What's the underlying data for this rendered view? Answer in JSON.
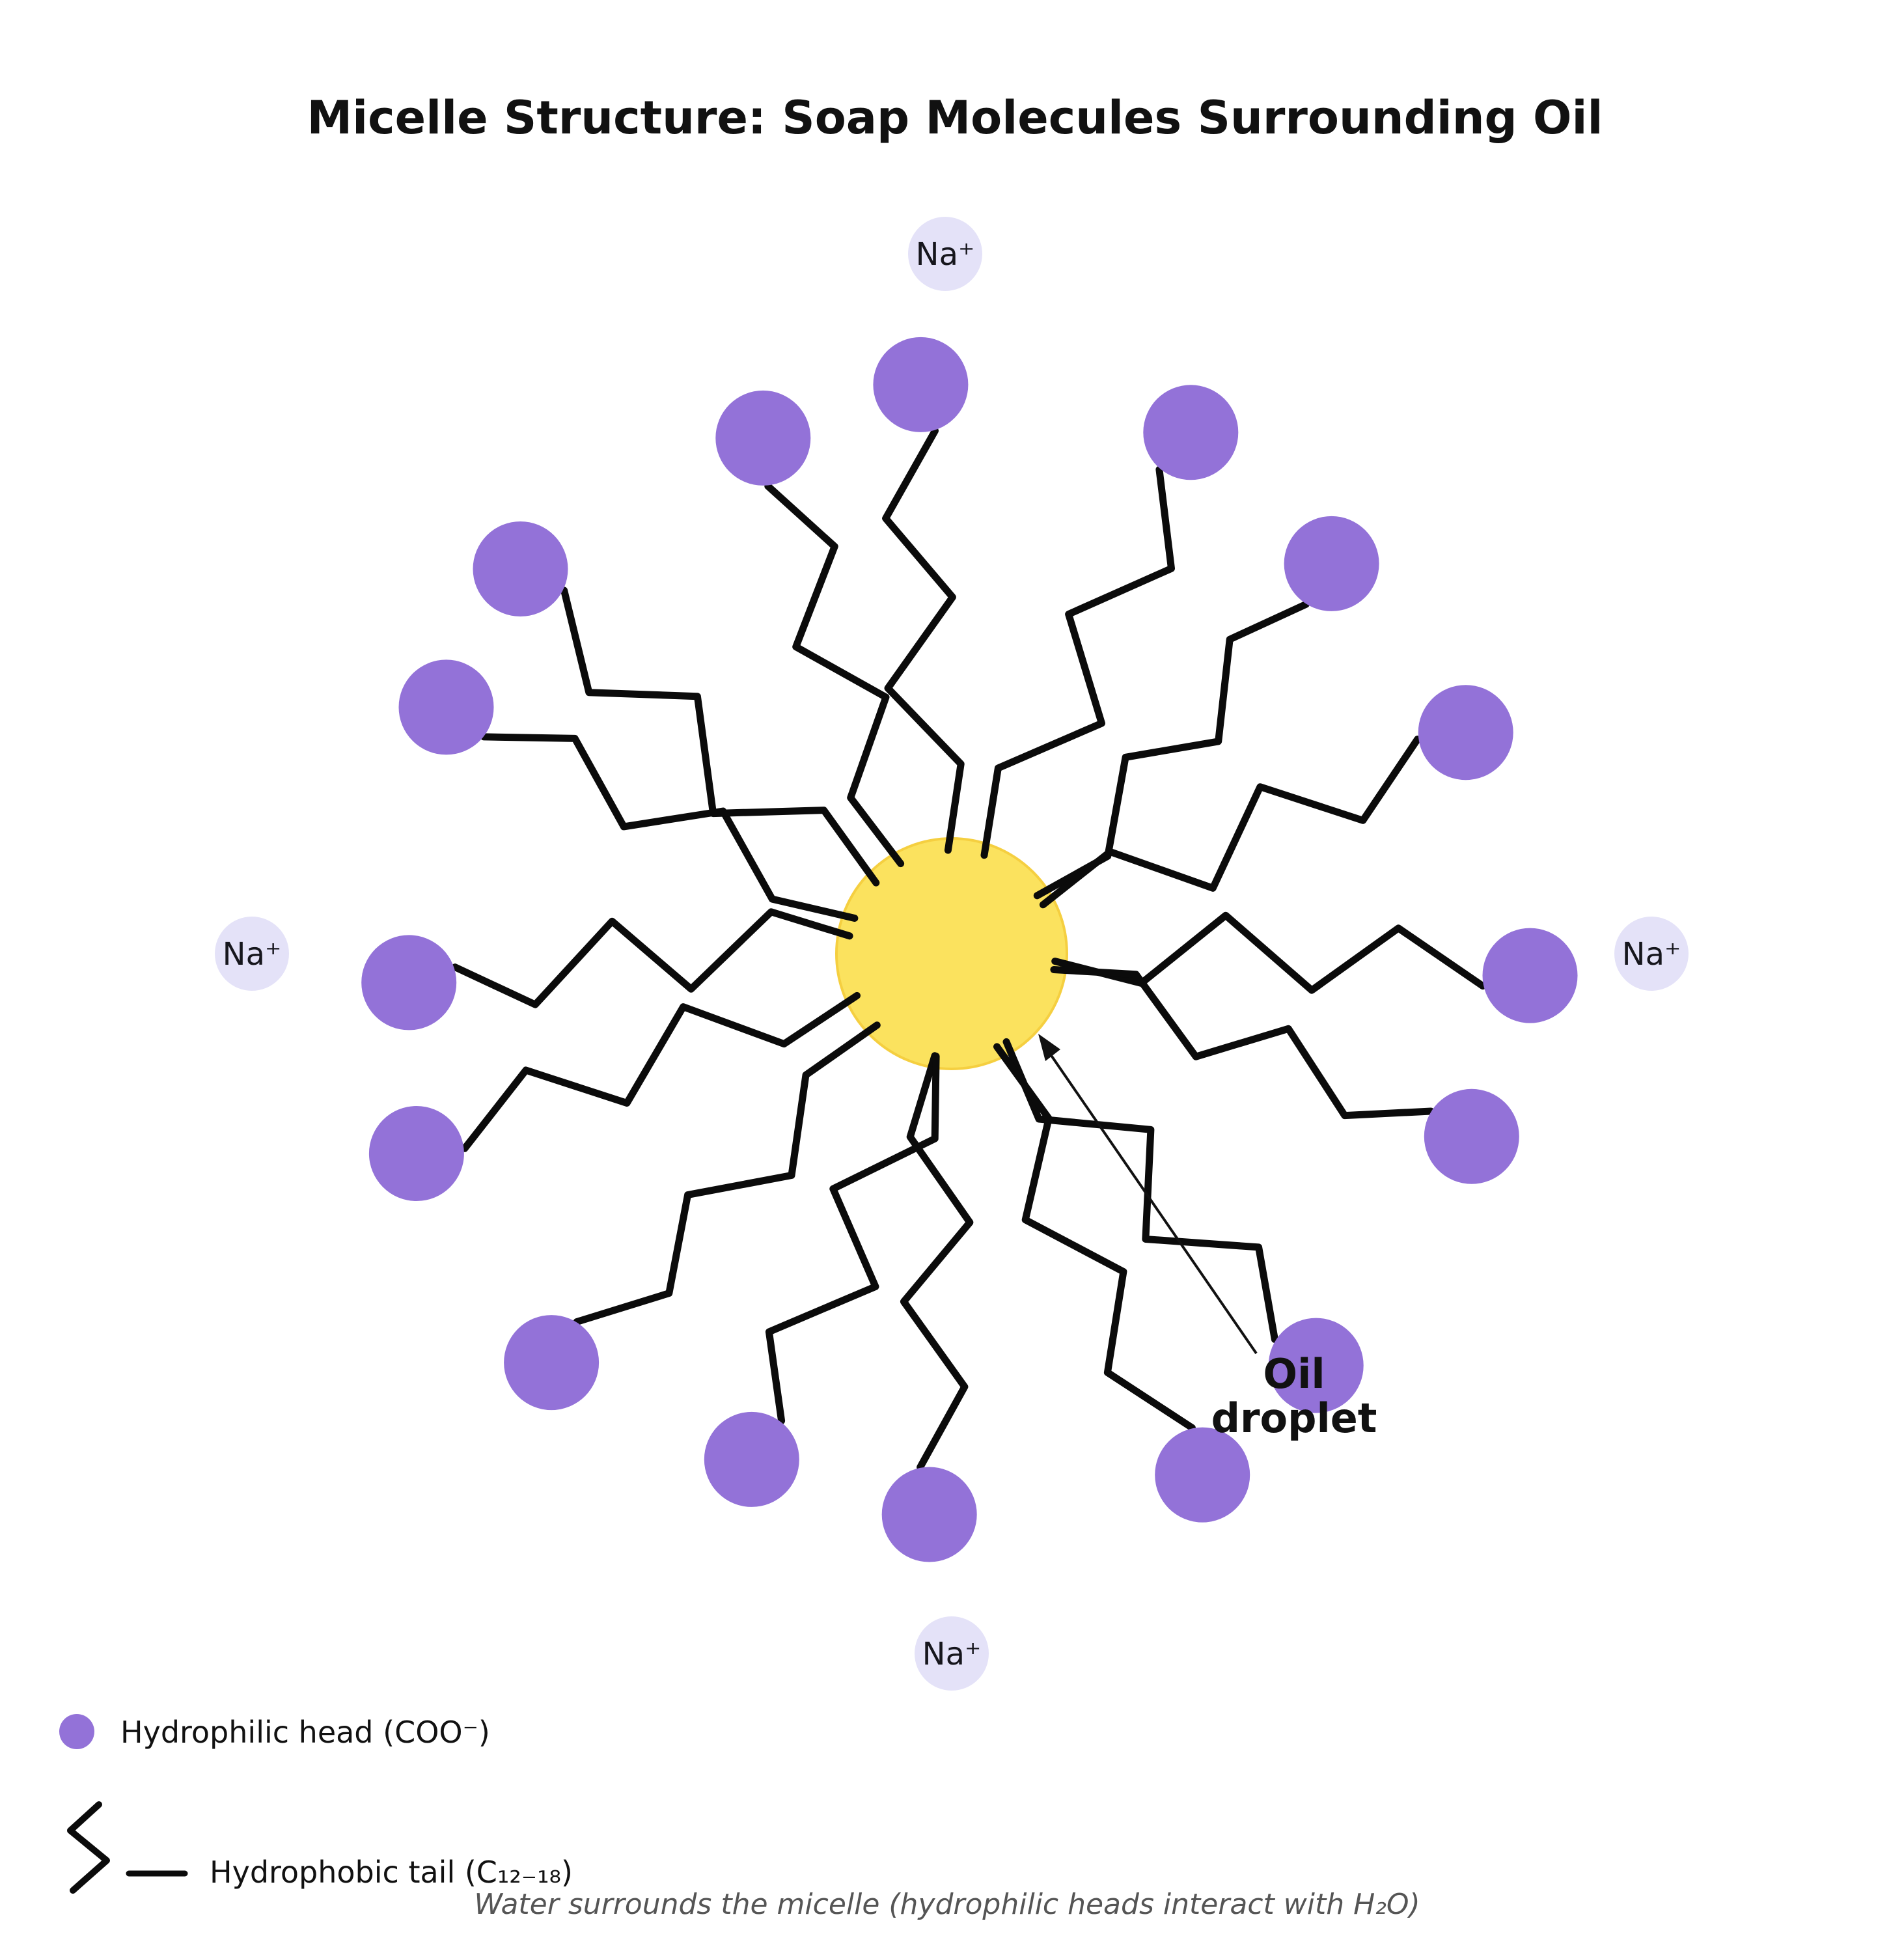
{
  "title": "Micelle Structure: Soap Molecules Surrounding Oil",
  "micelle": {
    "head_count": 16,
    "ion_count": 4,
    "ion_symbol": "Na⁺",
    "oil_label": {
      "line1": "Oil",
      "line2": "droplet"
    }
  },
  "legend": {
    "items": [
      {
        "marker": "head-circle-icon",
        "label": "Hydrophilic head (COO⁻)"
      },
      {
        "marker": "zigzag-tail-icon",
        "label": "Hydrophobic tail (C₁₂₋₁₈)"
      }
    ]
  },
  "caption": "Water surrounds the micelle (hydrophilic heads interact with H₂O)",
  "colors": {
    "head": "#9372D8",
    "oil_fill": "#FBE25E",
    "oil_stroke": "#F5CF40",
    "ion_fill": "#E4E2F8",
    "tail": "#0B0B0B",
    "text": "#111111",
    "caption": "#555555",
    "background": "#FFFFFF"
  }
}
